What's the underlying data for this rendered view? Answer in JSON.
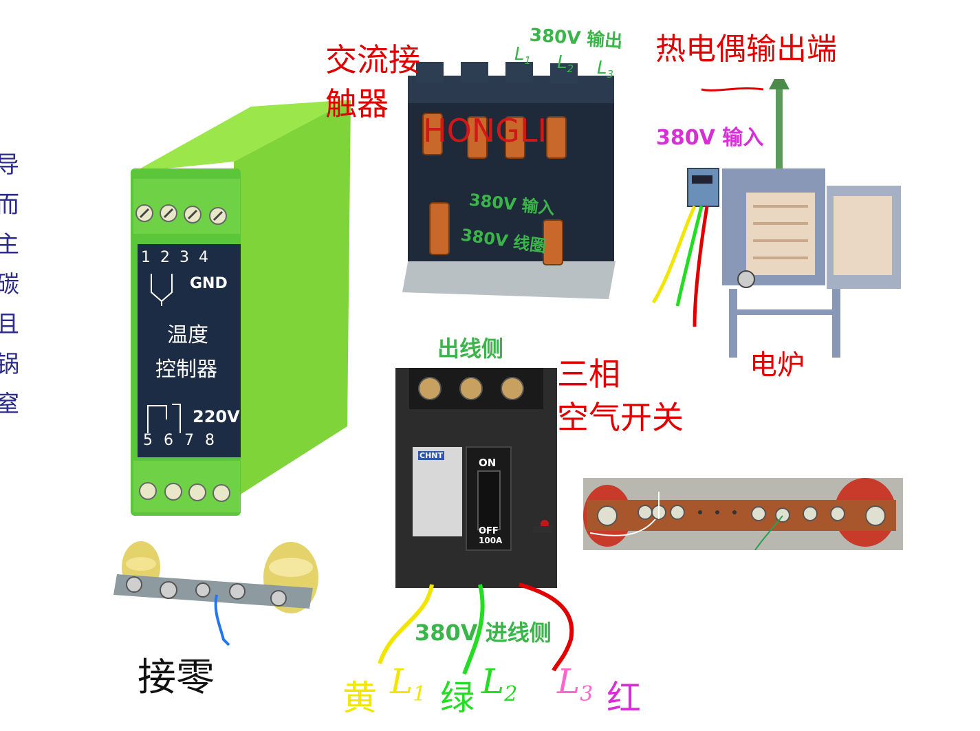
{
  "left_side_text": [
    "导",
    "而",
    "主",
    "碳",
    "且",
    "锅",
    "窒"
  ],
  "temp_controller": {
    "terminal_top": [
      "1",
      "2",
      "3",
      "4"
    ],
    "gnd": "GND",
    "name_line1": "温度",
    "name_line2": "控制器",
    "voltage": "220V",
    "terminal_bottom": [
      "5",
      "6",
      "7",
      "8"
    ]
  },
  "contactor": {
    "title_line1": "交流接",
    "title_line2": "触器",
    "brand": "HONGLI",
    "output_label": "380V 输出",
    "l1": "L",
    "l2": "L",
    "l3": "L",
    "sub1": "1",
    "sub2": "2",
    "sub3": "3",
    "input_label": "380V 输入",
    "coil_label": "380V 线圈"
  },
  "furnace": {
    "thermocouple_label": "热电偶输出端",
    "input_label": "380V 输入",
    "name": "电炉"
  },
  "breaker": {
    "outlet_label": "出线侧",
    "title_line1": "三相",
    "title_line2": "空气开关",
    "brand": "CHNT",
    "on_label": "ON",
    "off_label": "OFF",
    "rating": "100A",
    "inlet_label": "380V 进线侧"
  },
  "phases": {
    "yellow_word": "黄",
    "green_word": "绿",
    "red_word": "红",
    "l": "L",
    "s1": "1",
    "s2": "2",
    "s3": "3"
  },
  "neutral": {
    "label": "接零"
  },
  "colors": {
    "title_red": "#e00000",
    "label_green": "#3bb54a",
    "label_magenta": "#d62fd6",
    "yellow_wire": "#f2e600",
    "green_wire": "#22dd22",
    "red_wire": "#e00000",
    "pink_l3": "#ff66cc"
  }
}
